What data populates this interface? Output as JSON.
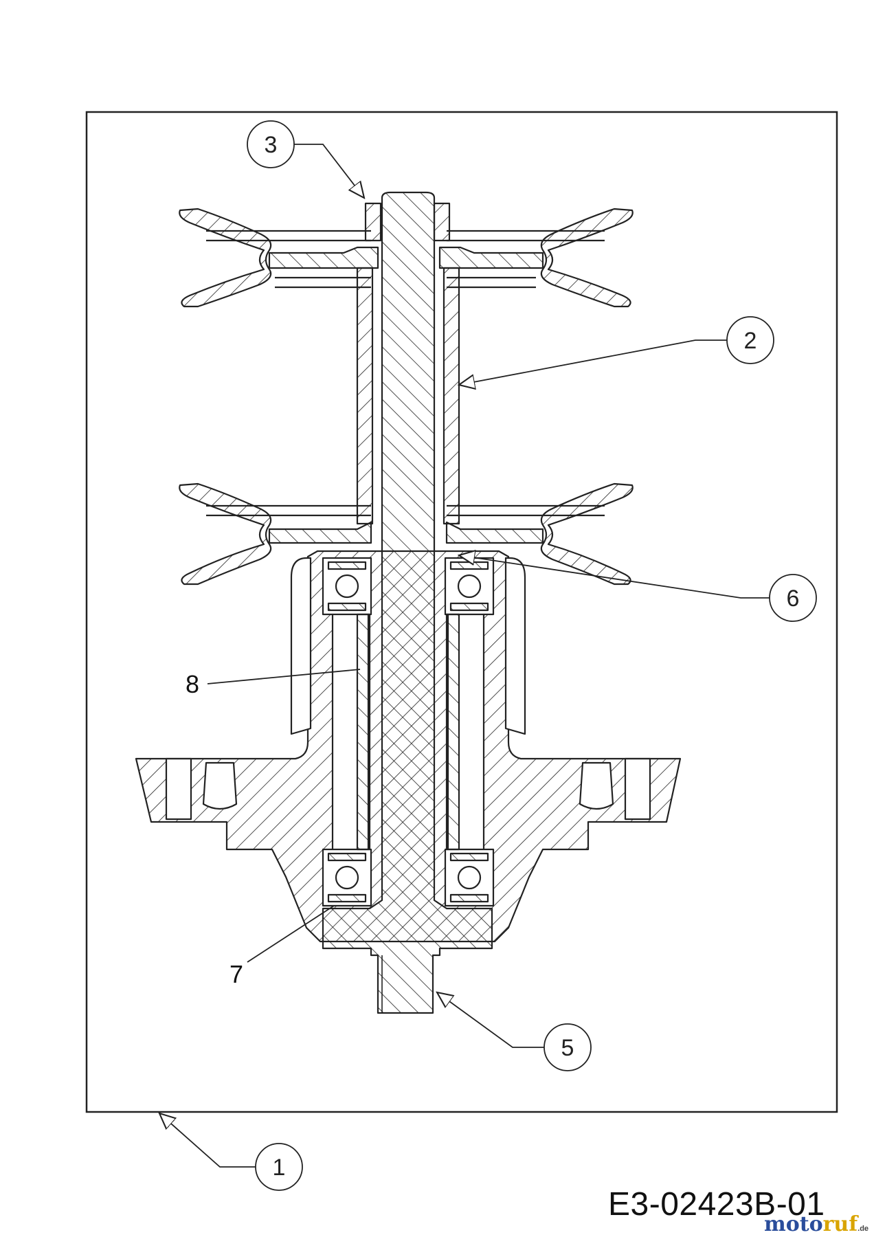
{
  "drawing": {
    "callouts": [
      {
        "id": "1",
        "label": "1"
      },
      {
        "id": "2",
        "label": "2"
      },
      {
        "id": "3",
        "label": "3"
      },
      {
        "id": "5",
        "label": "5"
      },
      {
        "id": "6",
        "label": "6"
      },
      {
        "id": "7",
        "label": "7"
      },
      {
        "id": "8",
        "label": "8"
      }
    ],
    "reference_code": "E3-02423B-01",
    "watermark": {
      "part_a": "moto",
      "part_b": "ruf",
      "suffix": ".de"
    }
  }
}
